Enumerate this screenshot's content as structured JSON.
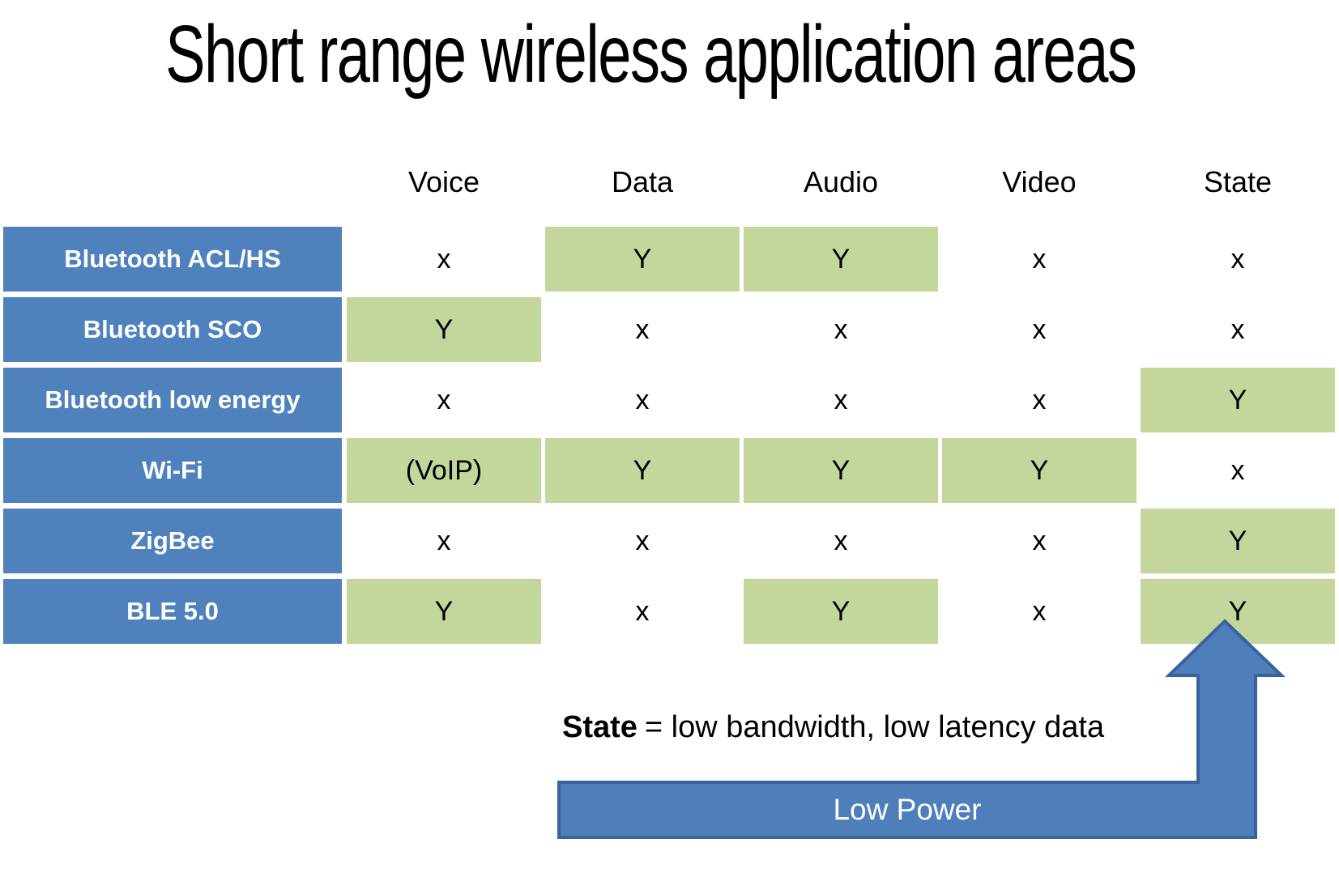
{
  "title": "Short range wireless application areas",
  "table": {
    "columns": [
      "Voice",
      "Data",
      "Audio",
      "Video",
      "State"
    ],
    "rows": [
      {
        "label": "Bluetooth ACL/HS",
        "cells": [
          {
            "value": "x",
            "highlight": false
          },
          {
            "value": "Y",
            "highlight": true
          },
          {
            "value": "Y",
            "highlight": true
          },
          {
            "value": "x",
            "highlight": false
          },
          {
            "value": "x",
            "highlight": false
          }
        ]
      },
      {
        "label": "Bluetooth SCO",
        "cells": [
          {
            "value": "Y",
            "highlight": true
          },
          {
            "value": "x",
            "highlight": false
          },
          {
            "value": "x",
            "highlight": false
          },
          {
            "value": "x",
            "highlight": false
          },
          {
            "value": "x",
            "highlight": false
          }
        ]
      },
      {
        "label": "Bluetooth low energy",
        "cells": [
          {
            "value": "x",
            "highlight": false
          },
          {
            "value": "x",
            "highlight": false
          },
          {
            "value": "x",
            "highlight": false
          },
          {
            "value": "x",
            "highlight": false
          },
          {
            "value": "Y",
            "highlight": true
          }
        ]
      },
      {
        "label": "Wi-Fi",
        "cells": [
          {
            "value": "(VoIP)",
            "highlight": true
          },
          {
            "value": "Y",
            "highlight": true
          },
          {
            "value": "Y",
            "highlight": true
          },
          {
            "value": "Y",
            "highlight": true
          },
          {
            "value": "x",
            "highlight": false
          }
        ]
      },
      {
        "label": "ZigBee",
        "cells": [
          {
            "value": "x",
            "highlight": false
          },
          {
            "value": "x",
            "highlight": false
          },
          {
            "value": "x",
            "highlight": false
          },
          {
            "value": "x",
            "highlight": false
          },
          {
            "value": "Y",
            "highlight": true
          }
        ]
      },
      {
        "label": "BLE 5.0",
        "cells": [
          {
            "value": "Y",
            "highlight": true
          },
          {
            "value": "x",
            "highlight": false
          },
          {
            "value": "Y",
            "highlight": true
          },
          {
            "value": "x",
            "highlight": false
          },
          {
            "value": "Y",
            "highlight": true
          }
        ]
      }
    ]
  },
  "note": {
    "term": "State",
    "definition": "= low bandwidth, low latency data"
  },
  "arrow": {
    "label": "Low Power"
  },
  "colors": {
    "row_label_bg": "#4f81bd",
    "highlight_bg": "#c3d69b",
    "arrow_fill": "#4e7fbb",
    "arrow_border": "#38639e"
  }
}
